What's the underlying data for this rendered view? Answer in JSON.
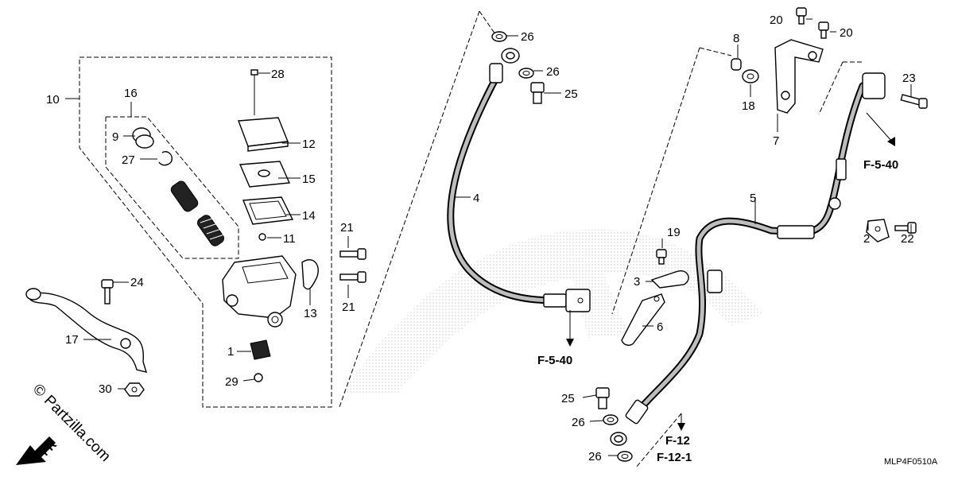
{
  "callouts": {
    "c1": "1",
    "c2": "2",
    "c3": "3",
    "c4": "4",
    "c5": "5",
    "c6": "6",
    "c7": "7",
    "c8": "8",
    "c9": "9",
    "c10": "10",
    "c11": "11",
    "c12": "12",
    "c13": "13",
    "c14": "14",
    "c15": "15",
    "c16": "16",
    "c17": "17",
    "c18": "18",
    "c19": "19",
    "c20a": "20",
    "c20b": "20",
    "c21a": "21",
    "c21b": "21",
    "c22": "22",
    "c23": "23",
    "c24": "24",
    "c25a": "25",
    "c25b": "25",
    "c26a": "26",
    "c26b": "26",
    "c26c": "26",
    "c26d": "26",
    "c27": "27",
    "c28": "28",
    "c29": "29",
    "c30": "30"
  },
  "references": {
    "ref_a": "F-5-40",
    "ref_b": "F-5-40",
    "ref_c1": "F-12",
    "ref_c2": "F-12-1"
  },
  "diagram_code": "MLP4F0510A",
  "watermark": {
    "copyright": "©",
    "site": "Partzilla.com",
    "front": "FR"
  }
}
